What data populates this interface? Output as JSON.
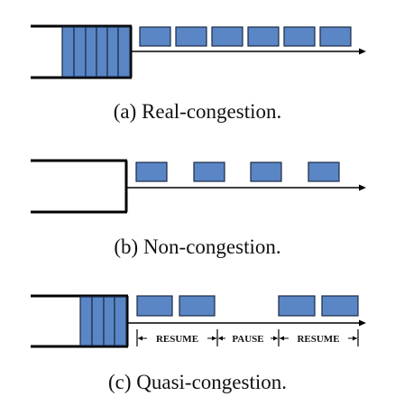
{
  "colors": {
    "packet_fill": "#5a86c6",
    "packet_stroke": "#1b2a44",
    "line": "#000000"
  },
  "panels": [
    {
      "id": "real-congestion",
      "caption": "(a)  Real-congestion.",
      "queued_packets": 6,
      "link_packets": 6
    },
    {
      "id": "non-congestion",
      "caption": "(b)  Non-congestion.",
      "queued_packets": 0,
      "link_packets": 4
    },
    {
      "id": "quasi-congestion",
      "caption": "(c)  Quasi-congestion.",
      "queued_packets": 4,
      "link_packets": 4,
      "segments": [
        "RESUME",
        "PAUSE",
        "RESUME"
      ]
    }
  ]
}
